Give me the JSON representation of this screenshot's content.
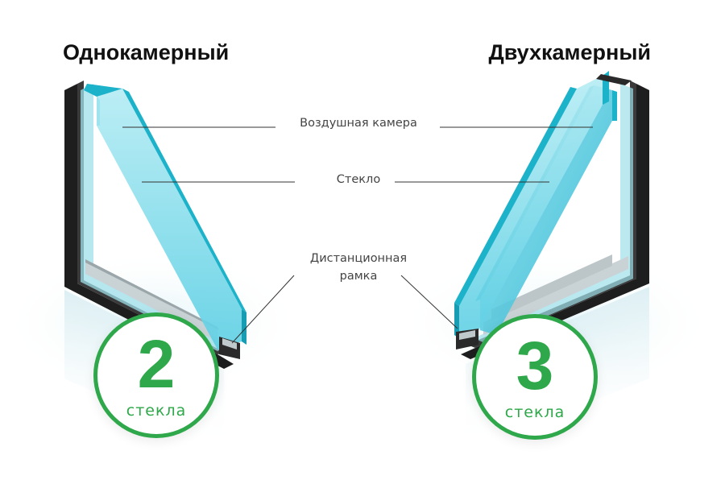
{
  "titles": {
    "single_chamber": "Однокамерный",
    "double_chamber": "Двухкамерный"
  },
  "callouts": {
    "air_chamber": "Воздушная камера",
    "glass": "Стекло",
    "spacer_line1": "Дистанционная",
    "spacer_line2": "рамка"
  },
  "badges": {
    "left": {
      "number": "2",
      "word": "стекла"
    },
    "right": {
      "number": "3",
      "word": "стекла"
    }
  },
  "colors": {
    "accent_green": "#2ea84a",
    "glass_face": "#5fd0e4",
    "glass_edge": "#1cb2c9",
    "frame_dark": "#1e1e1e"
  },
  "icons": [
    "single-chamber-window-icon",
    "double-chamber-window-icon"
  ]
}
